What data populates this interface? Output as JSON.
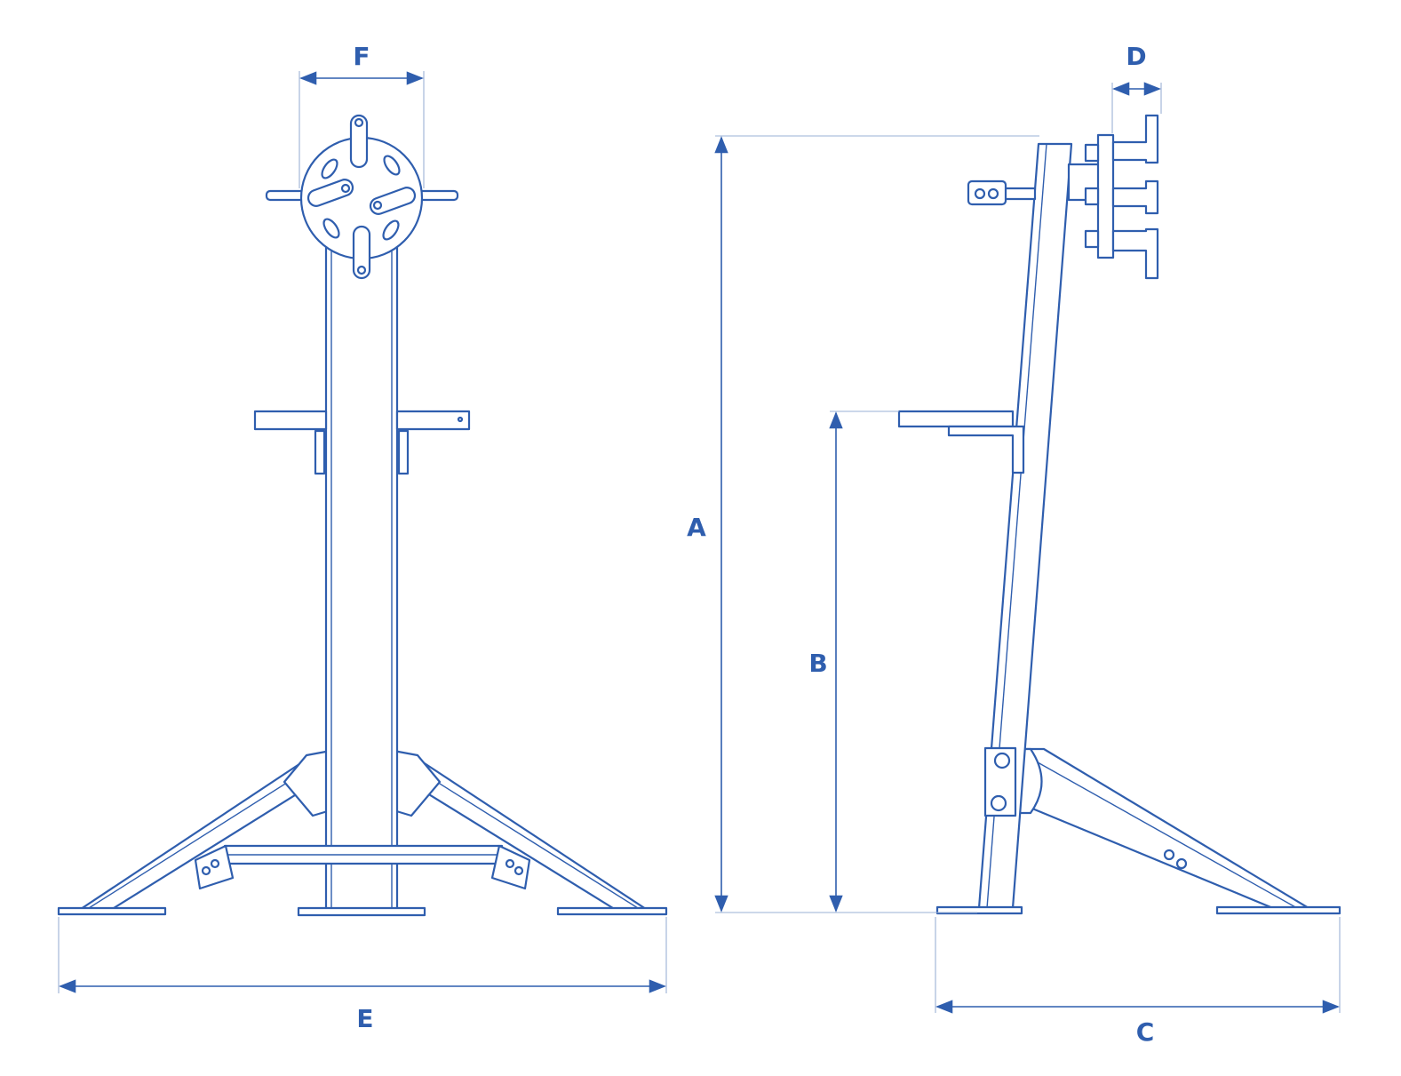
{
  "colors": {
    "line": "#2f5eae",
    "extension": "#9ab0d6",
    "background": "#ffffff"
  },
  "dimensions": {
    "A": "A",
    "B": "B",
    "C": "C",
    "D": "D",
    "E": "E",
    "F": "F"
  }
}
